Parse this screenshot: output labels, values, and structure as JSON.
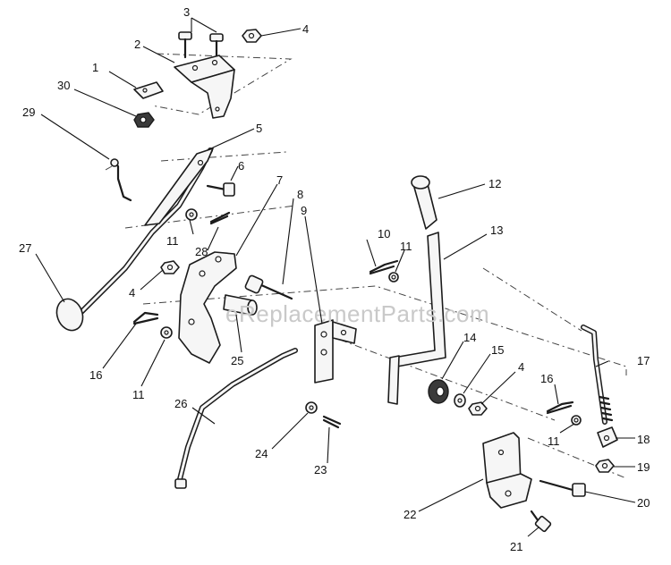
{
  "watermark": "eReplacementParts.com",
  "callouts": [
    "1",
    "2",
    "3",
    "4",
    "5",
    "6",
    "7",
    "8",
    "9",
    "10",
    "11",
    "12",
    "13",
    "14",
    "4",
    "15",
    "16",
    "17",
    "18",
    "19",
    "20",
    "21",
    "22",
    "23",
    "24",
    "25",
    "26",
    "27",
    "28",
    "29",
    "30",
    "11",
    "4",
    "11",
    "16",
    "11"
  ]
}
